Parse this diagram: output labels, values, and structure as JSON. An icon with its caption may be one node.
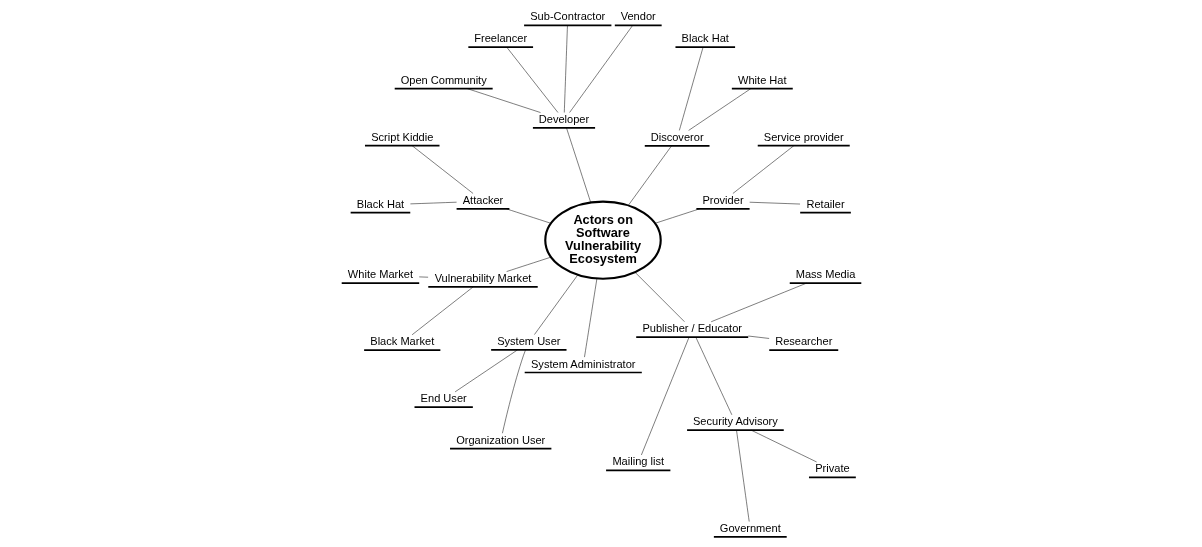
{
  "diagram": {
    "nodes": [
      {
        "text": [
          "Actors on Software Vulnerability Ecosystem"
        ]
      },
      {
        "text": [
          "Provider"
        ]
      },
      {
        "text": [
          "Retailer"
        ]
      },
      {
        "text": [
          "Service provider"
        ]
      },
      {
        "text": [
          "Discoveror"
        ]
      },
      {
        "text": [
          "White Hat"
        ]
      },
      {
        "text": [
          "Black Hat"
        ]
      },
      {
        "text": [
          "Developer"
        ]
      },
      {
        "text": [
          "Vendor"
        ]
      },
      {
        "text": [
          "Sub-Contractor"
        ]
      },
      {
        "text": [
          "Freelancer"
        ]
      },
      {
        "text": [
          "Open Community"
        ]
      },
      {
        "text": [
          "Attacker"
        ]
      },
      {
        "text": [
          "Script Kiddie"
        ]
      },
      {
        "text": [
          "Black Hat"
        ]
      },
      {
        "text": [
          "Vulnerability Market"
        ]
      },
      {
        "text": [
          "White Market"
        ]
      },
      {
        "text": [
          "Black Market"
        ]
      },
      {
        "text": [
          "System User"
        ]
      },
      {
        "text": [
          "End User"
        ]
      },
      {
        "text": [
          "Organization User"
        ]
      },
      {
        "text": [
          "System Administrator"
        ]
      },
      {
        "text": [
          "Publisher / Educator"
        ]
      },
      {
        "text": [
          "Mailing list"
        ]
      },
      {
        "text": [
          "Security Advisory"
        ]
      },
      {
        "text": [
          "Government"
        ]
      },
      {
        "text": [
          "Private"
        ]
      },
      {
        "text": [
          "Researcher"
        ]
      },
      {
        "text": [
          "Mass Media"
        ]
      }
    ],
    "edges": [
      {
        "from": 0,
        "to": 1,
        "arrow": "none"
      },
      {
        "from": 1,
        "to": 2,
        "arrow": "none"
      },
      {
        "from": 1,
        "to": 3,
        "arrow": "none"
      },
      {
        "from": 0,
        "to": 4,
        "arrow": "none"
      },
      {
        "from": 4,
        "to": 5,
        "arrow": "none"
      },
      {
        "from": 4,
        "to": 6,
        "arrow": "none"
      },
      {
        "from": 0,
        "to": 7,
        "arrow": "none"
      },
      {
        "from": 7,
        "to": 8,
        "arrow": "none"
      },
      {
        "from": 7,
        "to": 9,
        "arrow": "none"
      },
      {
        "from": 7,
        "to": 10,
        "arrow": "none"
      },
      {
        "from": 7,
        "to": 11,
        "arrow": "none"
      },
      {
        "from": 0,
        "to": 12,
        "arrow": "none"
      },
      {
        "from": 12,
        "to": 13,
        "arrow": "none"
      },
      {
        "from": 12,
        "to": 14,
        "arrow": "none"
      },
      {
        "from": 0,
        "to": 15,
        "arrow": "none"
      },
      {
        "from": 15,
        "to": 16,
        "arrow": "none"
      },
      {
        "from": 15,
        "to": 17,
        "arrow": "none"
      },
      {
        "from": 0,
        "to": 18,
        "arrow": "none"
      },
      {
        "from": 18,
        "to": 19,
        "arrow": "none"
      },
      {
        "from": 18,
        "to": 20,
        "arrow": "none"
      },
      {
        "from": 0,
        "to": 21,
        "arrow": "none"
      },
      {
        "from": 0,
        "to": 22,
        "arrow": "none"
      },
      {
        "from": 22,
        "to": 23,
        "arrow": "none"
      },
      {
        "from": 22,
        "to": 24,
        "arrow": "none"
      },
      {
        "from": 24,
        "to": 25,
        "arrow": "none"
      },
      {
        "from": 24,
        "to": 26,
        "arrow": "none"
      },
      {
        "from": 22,
        "to": 27,
        "arrow": "none"
      },
      {
        "from": 22,
        "to": 28,
        "arrow": "none"
      }
    ]
  }
}
